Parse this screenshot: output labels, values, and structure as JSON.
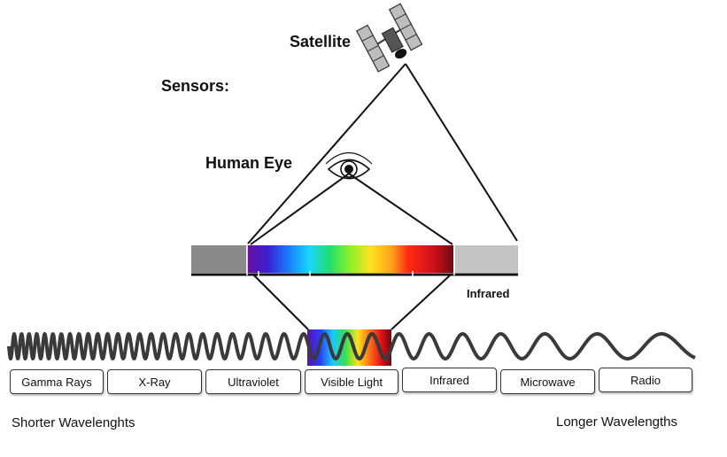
{
  "labels": {
    "satellite": "Satellite",
    "sensors": "Sensors:",
    "human_eye": "Human Eye",
    "infrared_upper": "Infrared",
    "shorter": "Shorter Wavelenghts",
    "longer": "Longer Wavelengths"
  },
  "bands": [
    "Gamma Rays",
    "X-Ray",
    "Ultraviolet",
    "Visible Light",
    "Infrared",
    "Microwave",
    "Radio"
  ],
  "icons": [
    "satellite-icon",
    "eye-icon"
  ],
  "colors": {
    "line": "#111111",
    "wave": "#3a3a3a",
    "left_gray": "#8a8a8a",
    "right_gray": "#c4c4c4",
    "spectrum": [
      "#6a0fa0",
      "#3a1fd0",
      "#1a7cff",
      "#19d6ff",
      "#20e070",
      "#8ef02a",
      "#ffe21f",
      "#ffa21a",
      "#ff2a14",
      "#d0101a",
      "#7a0a10"
    ]
  }
}
